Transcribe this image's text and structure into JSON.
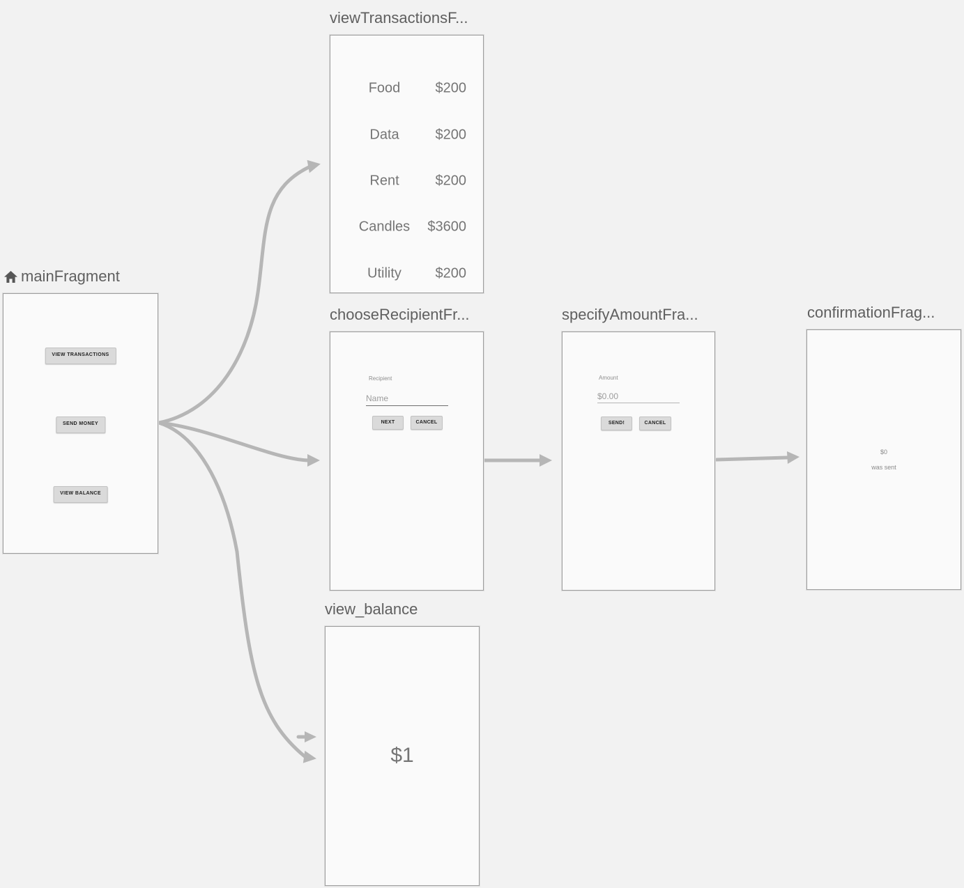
{
  "editor": {
    "background_color": "#f2f2f2",
    "panel_background": "#fafafa",
    "panel_border_color": "#9e9e9e",
    "arrow_color": "#b6b6b6",
    "title_color": "#5f5f5f",
    "preview_text_color": "#757575"
  },
  "fragments": {
    "main": {
      "title": "mainFragment",
      "icon": "home-icon",
      "buttons": [
        {
          "label": "VIEW TRANSACTIONS"
        },
        {
          "label": "SEND MONEY"
        },
        {
          "label": "VIEW BALANCE"
        }
      ]
    },
    "view_transactions": {
      "title": "viewTransactionsF...",
      "transactions": [
        {
          "label": "Food",
          "amount": "$200"
        },
        {
          "label": "Data",
          "amount": "$200"
        },
        {
          "label": "Rent",
          "amount": "$200"
        },
        {
          "label": "Candles",
          "amount": "$3600"
        },
        {
          "label": "Utility",
          "amount": "$200"
        }
      ]
    },
    "choose_recipient": {
      "title": "chooseRecipientFr...",
      "field_label": "Recipient",
      "field_placeholder": "Name",
      "next_label": "NEXT",
      "cancel_label": "CANCEL"
    },
    "specify_amount": {
      "title": "specifyAmountFra...",
      "field_label": "Amount",
      "field_placeholder": "$0.00",
      "send_label": "SEND!",
      "cancel_label": "CANCEL"
    },
    "confirmation": {
      "title": "confirmationFrag...",
      "amount": "$0",
      "message": "was sent"
    },
    "view_balance": {
      "title": "view_balance",
      "balance": "$1"
    }
  }
}
